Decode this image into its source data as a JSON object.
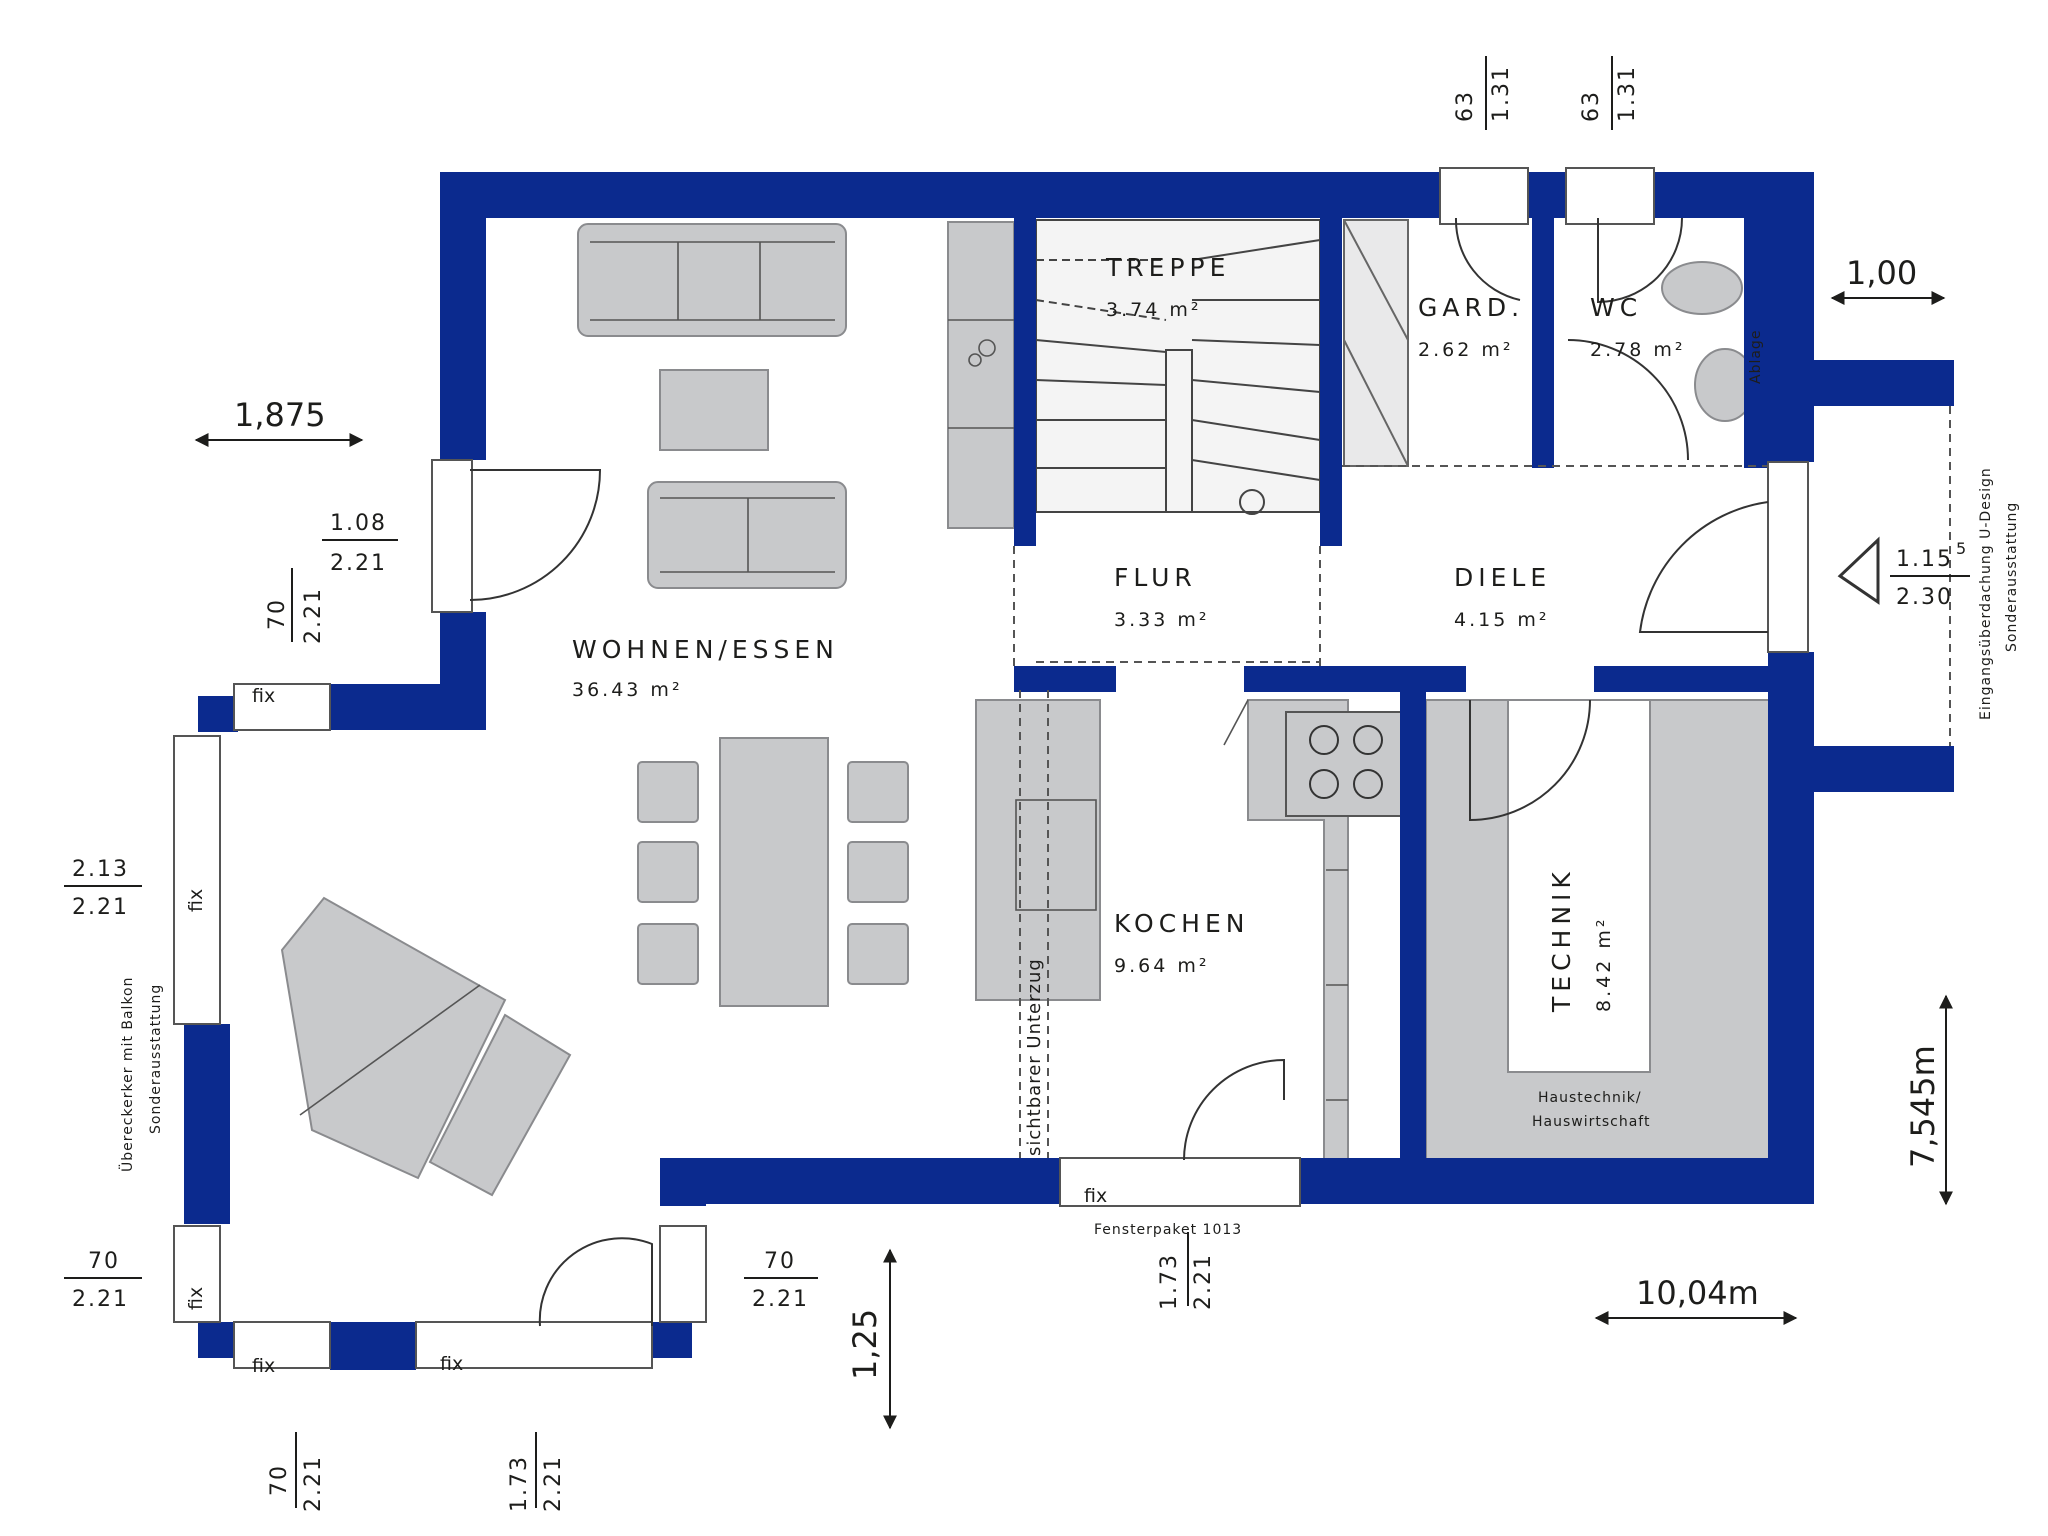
{
  "colors": {
    "wall": "#0b2a8e",
    "furniture": "#c8c9cb",
    "furniture_stroke": "#8a8b8e",
    "line": "#2b2b2b",
    "background": "#ffffff"
  },
  "rooms": {
    "treppe": {
      "name": "TREPPE",
      "area": "3.74 m²"
    },
    "gard": {
      "name": "GARD.",
      "area": "2.62 m²"
    },
    "wc": {
      "name": "WC",
      "area": "2.78 m²"
    },
    "flur": {
      "name": "FLUR",
      "area": "3.33 m²"
    },
    "diele": {
      "name": "DIELE",
      "area": "4.15 m²"
    },
    "wohnen": {
      "name": "WOHNEN/ESSEN",
      "area": "36.43 m²"
    },
    "kochen": {
      "name": "KOCHEN",
      "area": "9.64 m²"
    },
    "technik": {
      "name": "TECHNIK",
      "area": "8.42 m²"
    }
  },
  "labels": {
    "ablage": "Ablage",
    "haustechnik_1": "Haustechnik/",
    "haustechnik_2": "Hauswirtschaft",
    "fensterpaket": "Fensterpaket 1013",
    "unterzug": "sichtbarer Unterzug",
    "erker_1": "Übereckerker mit Balkon",
    "erker_2": "Sonderausstattung",
    "eingang_1": "Eingangsüberdachung U-Design",
    "eingang_2": "Sonderausstattung",
    "fix": "fix"
  },
  "dimensions": {
    "top_window_1": {
      "top": "63",
      "bottom": "1.31"
    },
    "top_window_2": {
      "top": "63",
      "bottom": "1.31"
    },
    "overhang_right": "1,00",
    "overhang_left": "1,875",
    "door_left": {
      "top": "1.08",
      "bottom": "2.21"
    },
    "window_left_upper": {
      "top": "70",
      "bottom": "2.21"
    },
    "window_left_mid": {
      "top": "2.13",
      "bottom": "2.21"
    },
    "window_left_lower": {
      "top": "70",
      "bottom": "2.21"
    },
    "window_bottom_right": {
      "top": "70",
      "bottom": "2.21"
    },
    "entrance": {
      "top": "1.15",
      "sup": "5",
      "bottom": "2.30"
    },
    "depth_total": "7,545m",
    "width_total": "10,04m",
    "erker_depth": "1,25",
    "kitchen_window": {
      "top": "1.73",
      "bottom": "2.21"
    },
    "bottom_window_1": {
      "top": "70",
      "bottom": "2.21"
    },
    "bottom_window_2": {
      "top": "1.73",
      "bottom": "2.21"
    }
  }
}
